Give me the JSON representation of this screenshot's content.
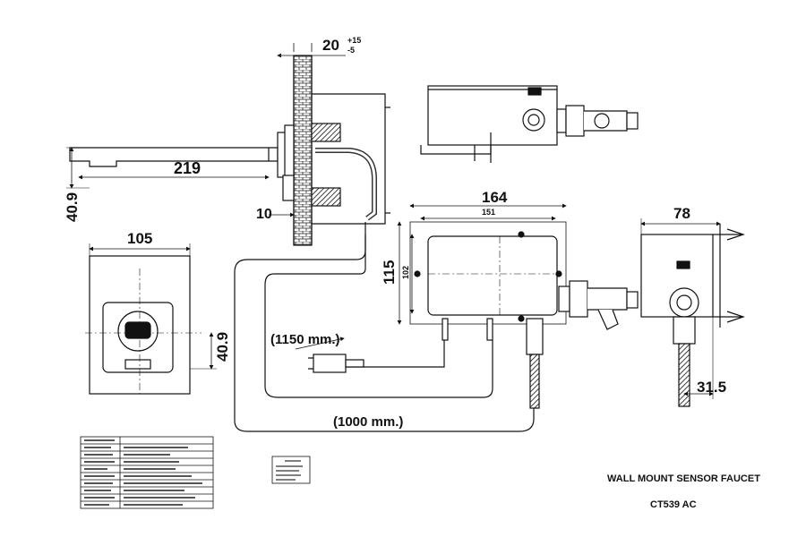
{
  "title_block": {
    "title": "WALL MOUNT SENSOR FAUCET",
    "model": "CT539 AC"
  },
  "dimensions": {
    "wall_thickness": "20",
    "wall_tol_upper": "+15",
    "wall_tol_lower": "-5",
    "spout_length": "219",
    "spout_height": "40.9",
    "spout_offset": "10",
    "plate_width": "105",
    "plate_sensor_height": "40.9",
    "box_outer_width": "164",
    "box_inner_width": "151",
    "box_outer_height": "115",
    "box_inner_height": "102",
    "side_depth": "78",
    "side_pipe_offset": "31.5",
    "cable_length_plug": "(1150 mm.)",
    "cable_length_sensor": "(1000 mm.)"
  }
}
